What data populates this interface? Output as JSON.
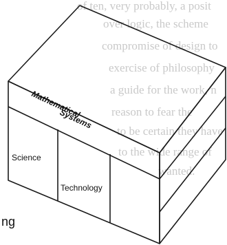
{
  "background_lines": [
    "of ten, very probably, a posit",
    "over logic, the scheme",
    "compromise of design to",
    "exercise of philosophy",
    "a guide for the work, n",
    "reason to fear the",
    "to be certain they have",
    "to the wide range of",
    "wanted."
  ],
  "cube": {
    "top_label_line1": "Mathematical",
    "top_label_line2": "Systems",
    "left_face_label": "Science",
    "right_face_label": "Technology"
  },
  "stray_text": "ng"
}
